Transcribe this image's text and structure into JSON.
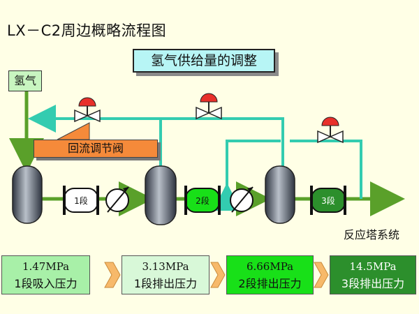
{
  "title": "LX－C2周边概略流程图",
  "subtitle": "氢气供给量的调整",
  "hydrogen_label": "氢气",
  "bypass_valve_label": "回流调节阀",
  "destination_label": "反应塔系统",
  "stages": [
    {
      "label": "1段"
    },
    {
      "label": "2段"
    },
    {
      "label": "3段"
    }
  ],
  "pressures": [
    {
      "value": "1.47MPa",
      "desc": "1段吸入压力"
    },
    {
      "value": "3.13MPa",
      "desc": "1段排出压力"
    },
    {
      "value": "6.66MPa",
      "desc": "2段排出压力"
    },
    {
      "value": "14.5MPa",
      "desc": "3段排出压力"
    }
  ],
  "colors": {
    "background": "#ffffe6",
    "main_flow": "#5aa02a",
    "recycle_flow": "#33ccb0",
    "valve_actuator": "#e8302a",
    "stage2_fill": "#18e018",
    "stage3_fill": "#2c8f2c"
  }
}
